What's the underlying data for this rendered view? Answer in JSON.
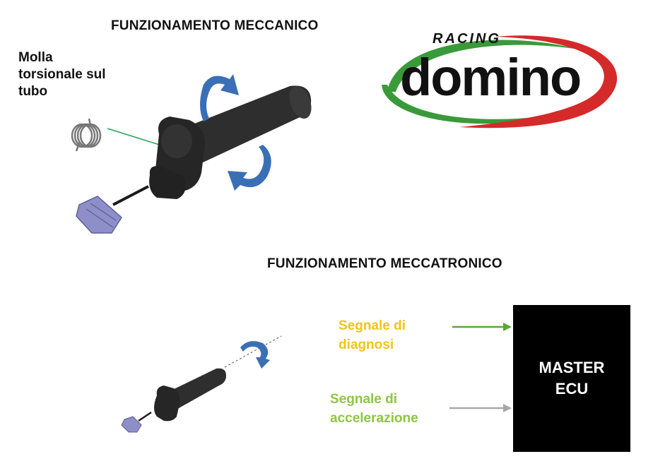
{
  "titles": {
    "mechanical": "FUNZIONAMENTO MECCANICO",
    "mechatronic": "FUNZIONAMENTO MECCATRONICO"
  },
  "spring_label": [
    "Molla",
    "torsionale sul",
    "tubo"
  ],
  "signals": {
    "diagnosis": [
      "Segnale di",
      "diagnosi"
    ],
    "acceleration": [
      "Segnale di",
      "accelerazione"
    ]
  },
  "ecu": [
    "MASTER",
    "ECU"
  ],
  "logo": {
    "racing": "RACING",
    "word": "domino",
    "reg": "®"
  },
  "colors": {
    "diagnosis_text": "#f2c31a",
    "acceleration_text": "#8dc63f",
    "diagnosis_arrow": "#5aa832",
    "acceleration_arrow": "#a8a8a8",
    "rotation_arrow": "#3a6fb5",
    "logo_green": "#3a9a3a",
    "logo_red": "#d42a2a",
    "grip": "#2c2c2c",
    "connector": "#8e8fc8"
  }
}
